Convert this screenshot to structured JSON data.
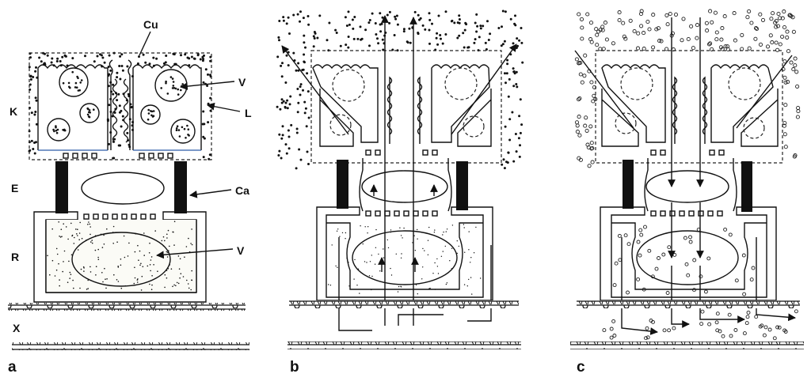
{
  "figure": {
    "panels": [
      {
        "letter": "a"
      },
      {
        "letter": "b"
      },
      {
        "letter": "c"
      }
    ],
    "layer_labels": {
      "k": "K",
      "e": "E",
      "r": "R",
      "x": "X"
    },
    "callouts": {
      "cu": "Cu",
      "v_upper": "V",
      "l": "L",
      "ca": "Ca",
      "v_lower": "V"
    }
  }
}
